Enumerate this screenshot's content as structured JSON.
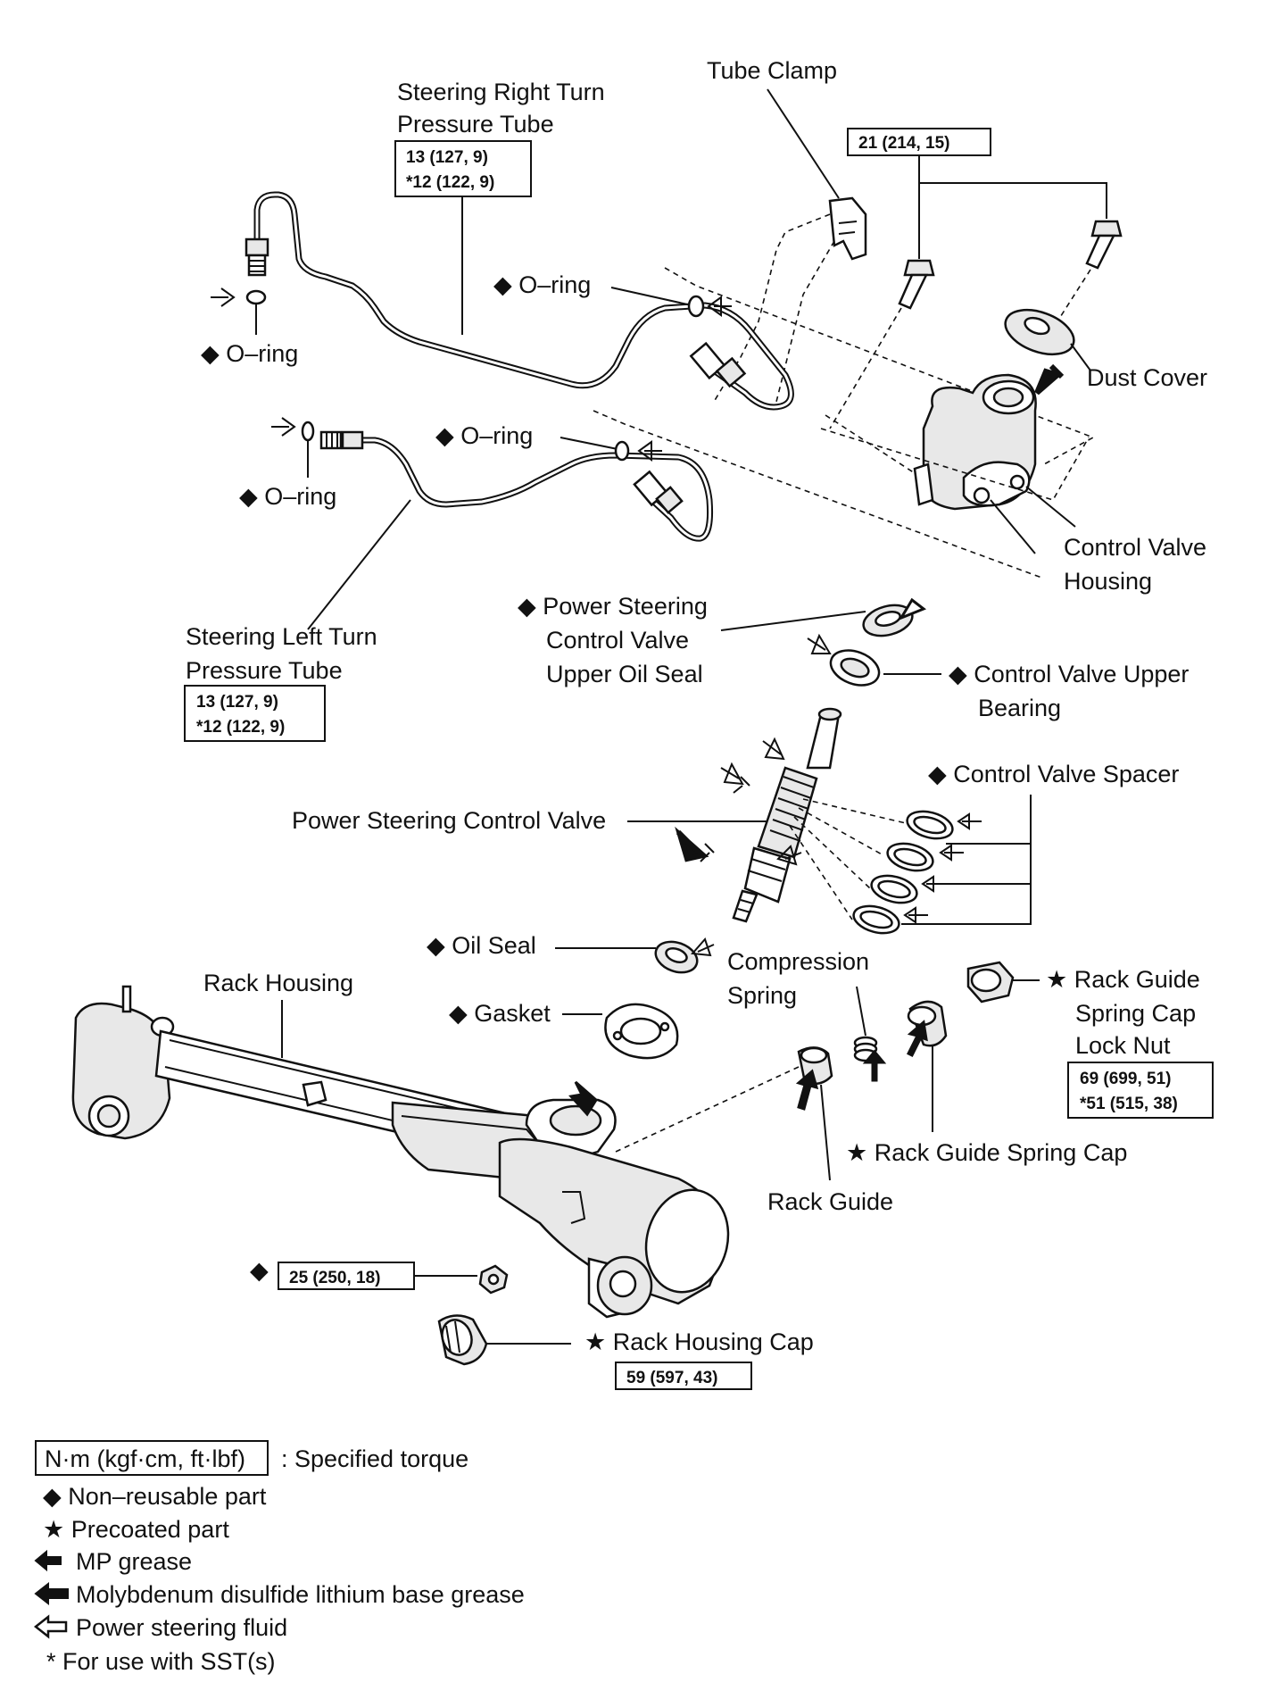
{
  "labels": {
    "tube_clamp": "Tube Clamp",
    "right_tube_line1": "Steering Right Turn",
    "right_tube_line2": "Pressure Tube",
    "right_tube_torque1": "13 (127, 9)",
    "right_tube_torque2": "*12 (122, 9)",
    "bolt_torque": "21 (214, 15)",
    "oring_upper_right": "◆ O–ring",
    "oring_upper_left": "◆ O–ring",
    "oring_lower_right": "◆ O–ring",
    "oring_lower_left": "◆ O–ring",
    "dust_cover": "Dust Cover",
    "control_valve_housing_line1": "Control Valve",
    "control_valve_housing_line2": "Housing",
    "left_tube_line1": "Steering Left Turn",
    "left_tube_line2": "Pressure Tube",
    "left_tube_torque1": "13 (127, 9)",
    "left_tube_torque2": "*12 (122, 9)",
    "upper_oil_seal_line1": "◆ Power Steering",
    "upper_oil_seal_line2": "Control Valve",
    "upper_oil_seal_line3": "Upper Oil Seal",
    "upper_bearing_line1": "◆ Control Valve Upper",
    "upper_bearing_line2": "Bearing",
    "control_valve_spacer": "◆ Control Valve Spacer",
    "power_steering_control_valve": "Power Steering Control Valve",
    "oil_seal": "◆ Oil Seal",
    "compression_spring_line1": "Compression",
    "compression_spring_line2": "Spring",
    "rack_guide_lock_nut_line1": "★ Rack Guide",
    "rack_guide_lock_nut_line2": "Spring Cap",
    "rack_guide_lock_nut_line3": "Lock Nut",
    "lock_nut_torque1": "69 (699, 51)",
    "lock_nut_torque2": "*51 (515, 38)",
    "rack_housing": "Rack Housing",
    "gasket": "◆ Gasket",
    "rack_guide_spring_cap": "★ Rack Guide Spring Cap",
    "rack_guide": "Rack Guide",
    "nut_diamond": "◆",
    "nut_torque": "25 (250, 18)",
    "rack_housing_cap": "★ Rack Housing Cap",
    "rack_housing_cap_torque": "59 (597, 43)"
  },
  "legend": {
    "torque_unit": "N·m (kgf·cm, ft·lbf)",
    "torque_desc": ": Specified torque",
    "non_reusable": "◆ Non–reusable part",
    "precoated": "★ Precoated part",
    "mp_grease": "MP grease",
    "moly_grease": "Molybdenum disulfide lithium base grease",
    "ps_fluid": "Power steering fluid",
    "sst_note": "* For use with SST(s)"
  }
}
